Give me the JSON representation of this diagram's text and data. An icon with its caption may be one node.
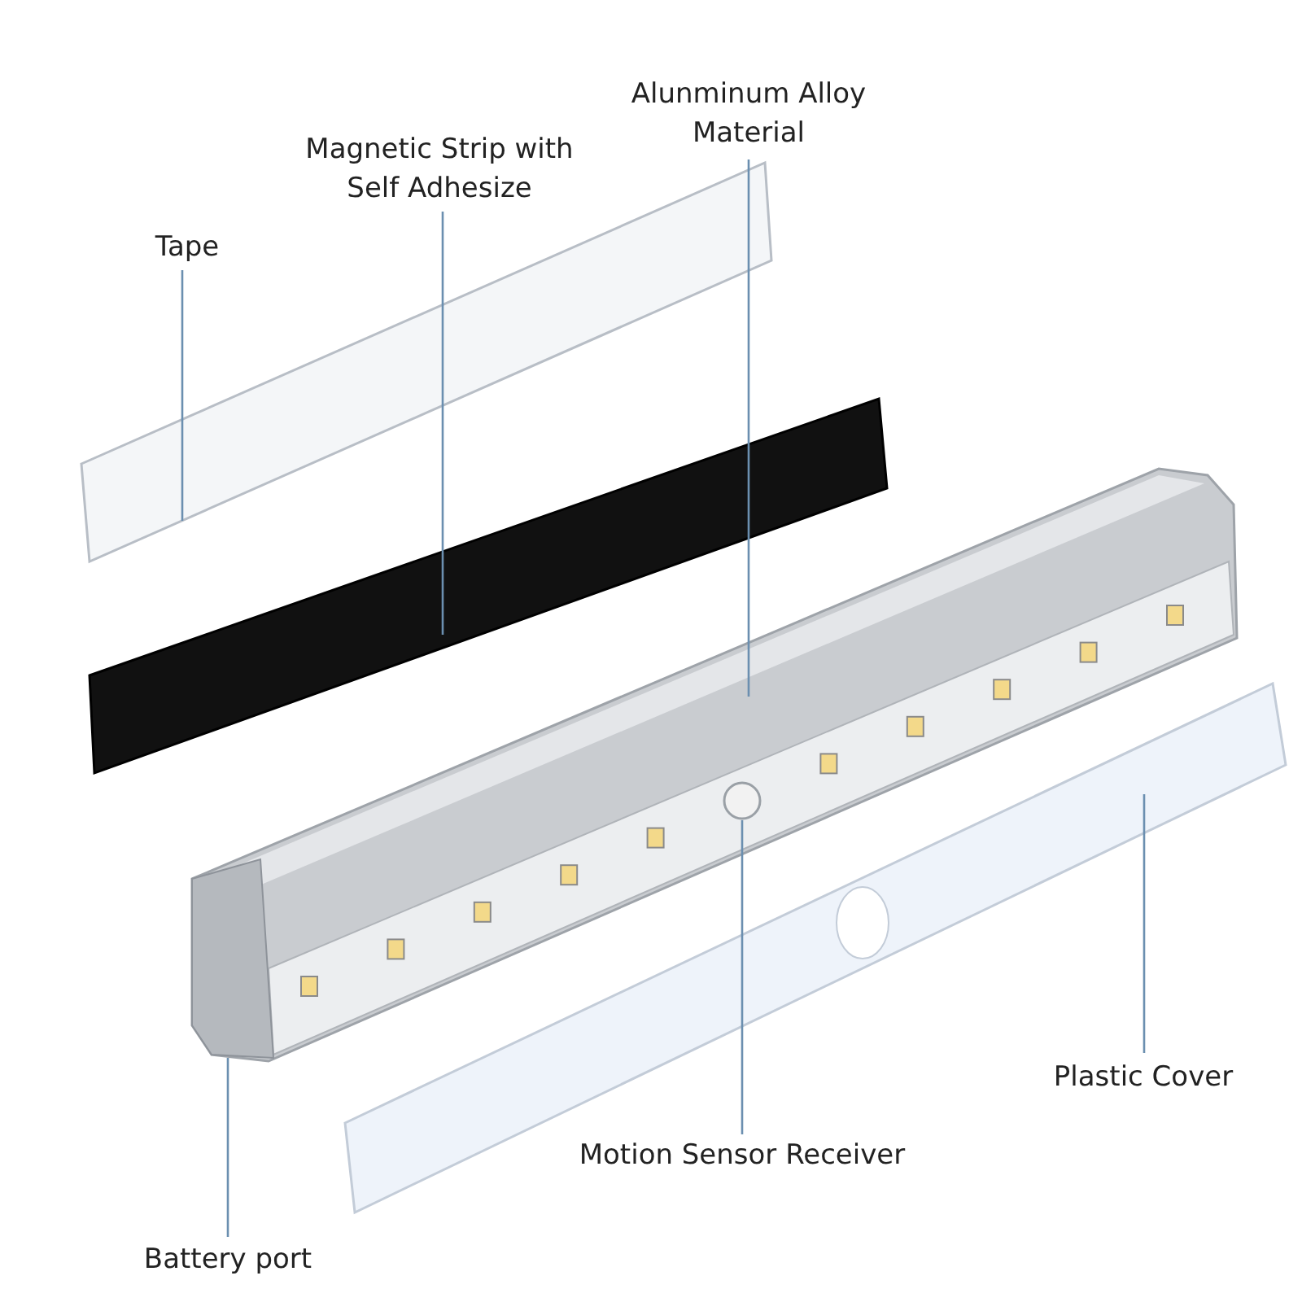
{
  "diagram": {
    "nodes": [
      {
        "text": [
          "Tape"
        ]
      },
      {
        "text": [
          "Magnetic Strip with Self Adhesize"
        ]
      },
      {
        "text": [
          "Alunminum Alloy Material"
        ]
      },
      {
        "text": [
          "Plastic Cover"
        ]
      },
      {
        "text": [
          "Motion Sensor Receiver"
        ]
      },
      {
        "text": [
          "Battery port"
        ]
      },
      {
        "text": [],
        "shape": "bar"
      },
      {
        "text": [],
        "shape": "bar"
      },
      {
        "text": [],
        "shape": "picture"
      },
      {
        "text": [],
        "shape": "bar"
      },
      {
        "text": [],
        "shape": "circle",
        "in": 8
      },
      {
        "text": [],
        "shape": "box",
        "in": 8
      }
    ],
    "edges": [
      {
        "from": 0,
        "to": 6,
        "arrow": "none"
      },
      {
        "from": 1,
        "to": 7,
        "arrow": "none"
      },
      {
        "from": 2,
        "to": 8,
        "arrow": "none"
      },
      {
        "from": 3,
        "to": 9,
        "arrow": "none"
      },
      {
        "from": 4,
        "to": 10,
        "arrow": "none"
      },
      {
        "from": 5,
        "to": 11,
        "arrow": "none"
      }
    ]
  }
}
